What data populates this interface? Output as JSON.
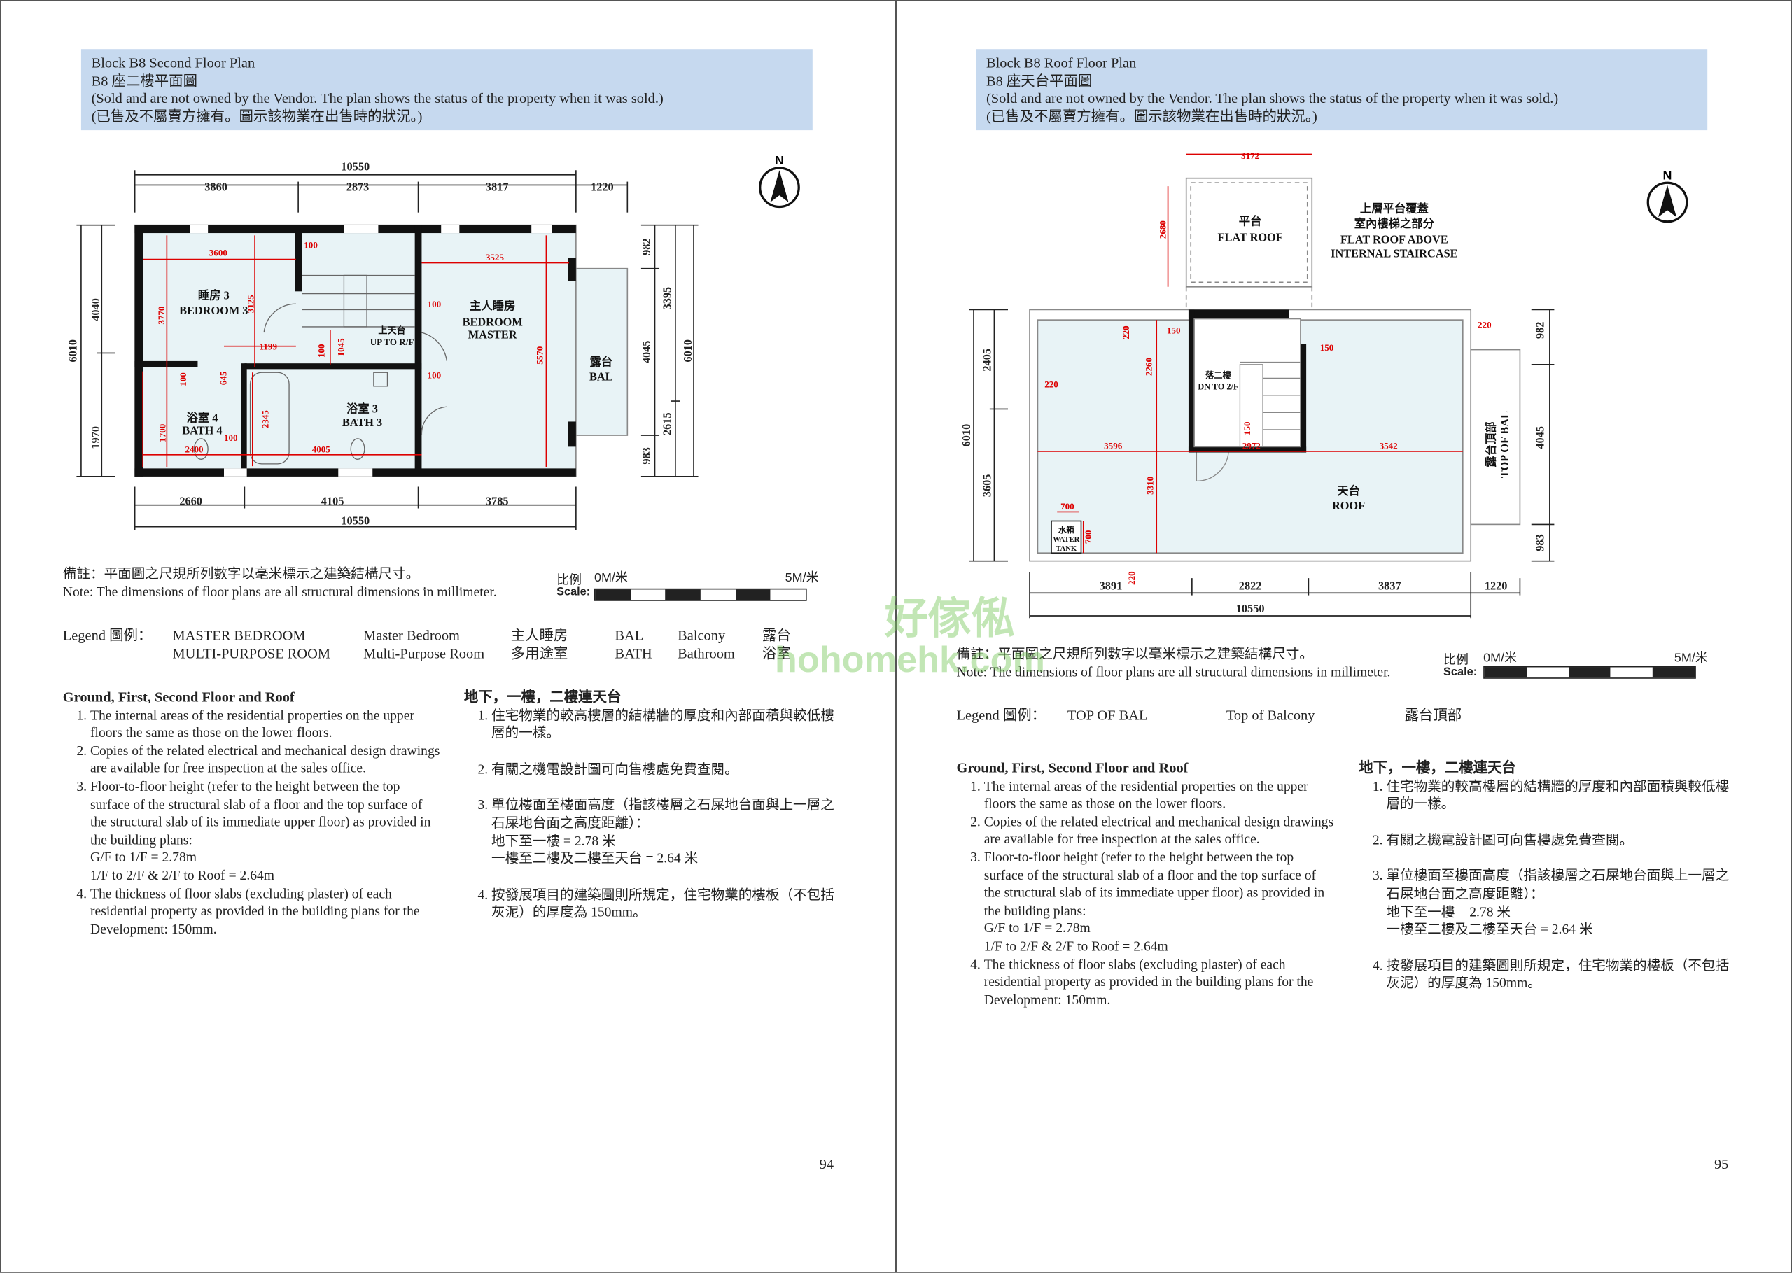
{
  "left": {
    "header": [
      "Block B8 Second Floor Plan",
      "B8 座二樓平面圖",
      "(Sold and are not owned by the Vendor. The plan shows the status of the property when it was sold.)",
      "(已售及不屬賣方擁有。圖示該物業在出售時的狀況。)"
    ],
    "plan": {
      "top_total": "10550",
      "top": [
        "3860",
        "2873",
        "3817",
        "1220"
      ],
      "bottom": [
        "2660",
        "4105",
        "3785"
      ],
      "bottom_total": "10550",
      "left_total": "6010",
      "left": [
        "4040",
        "1970"
      ],
      "right": [
        "982",
        "4045",
        "983"
      ],
      "right2": [
        "3395",
        "2615"
      ],
      "right_total": "6010",
      "red": [
        "3600",
        "100",
        "3525",
        "3770",
        "3125",
        "100",
        "1199",
        "1045",
        "100",
        "645",
        "100",
        "100",
        "5570",
        "1700",
        "2400",
        "100",
        "2345",
        "4005"
      ],
      "rooms": {
        "bed3_zh": "睡房 3",
        "bed3_en": "BEDROOM 3",
        "master_zh": "主人睡房",
        "master_en1": "BEDROOM",
        "master_en2": "MASTER",
        "up_zh": "上天台",
        "up_en": "UP TO R/F",
        "bath3_zh": "浴室 3",
        "bath3_en": "BATH 3",
        "bath4_zh": "浴室 4",
        "bath4_en": "BATH 4",
        "bal_zh": "露台",
        "bal_en": "BAL"
      },
      "north": "N"
    },
    "remark": [
      "備註：平面圖之尺規所列數字以毫米標示之建築結構尺寸。",
      "Note: The dimensions of floor plans are all structural dimensions in millimeter."
    ],
    "scale": {
      "zh": "比例",
      "en": "Scale:",
      "start": "0M/米",
      "end": "5M/米"
    },
    "legend": {
      "label": "Legend 圖例：",
      "rows": [
        [
          "MASTER BEDROOM",
          "Master Bedroom",
          "主人睡房",
          "BAL",
          "Balcony",
          "露台"
        ],
        [
          "MULTI-PURPOSE ROOM",
          "Multi-Purpose Room",
          "多用途室",
          "BATH",
          "Bathroom",
          "浴室"
        ]
      ]
    },
    "page_no": "94"
  },
  "right": {
    "header": [
      "Block B8 Roof Floor Plan",
      "B8 座天台平面圖",
      "(Sold and are not owned by the Vendor. The plan shows the status of the property when it was sold.)",
      "(已售及不屬賣方擁有。圖示該物業在出售時的狀況。)"
    ],
    "plan": {
      "bottom": [
        "3891",
        "2822",
        "3837",
        "1220"
      ],
      "bottom_total": "10550",
      "left_total": "6010",
      "left": [
        "2405",
        "3605"
      ],
      "right": [
        "982",
        "4045",
        "983"
      ],
      "red": [
        "3172",
        "2680",
        "220",
        "150",
        "150",
        "220",
        "2260",
        "220",
        "3596",
        "2972",
        "3542",
        "150",
        "3310",
        "700",
        "700",
        "220"
      ],
      "labels": {
        "flat_zh": "平台",
        "flat_en": "FLAT ROOF",
        "above1": "上層平台覆蓋",
        "above2": "室內樓梯之部分",
        "above3": "FLAT ROOF ABOVE",
        "above4": "INTERNAL STAIRCASE",
        "dn_zh": "落二樓",
        "dn_en": "DN TO 2/F",
        "roof_zh": "天台",
        "roof_en": "ROOF",
        "tank1": "水箱",
        "tank2": "WATER",
        "tank3": "TANK",
        "tob_zh": "露台頂部",
        "tob_en": "TOP OF BAL"
      },
      "north": "N"
    },
    "remark": [
      "備註：平面圖之尺規所列數字以毫米標示之建築結構尺寸。",
      "Note: The dimensions of floor plans are all structural dimensions in millimeter."
    ],
    "scale": {
      "zh": "比例",
      "en": "Scale:",
      "start": "0M/米",
      "end": "5M/米"
    },
    "legend": {
      "label": "Legend 圖例：",
      "row": [
        "TOP OF BAL",
        "Top of Balcony",
        "露台頂部"
      ]
    },
    "page_no": "95"
  },
  "notes_en": {
    "title": "Ground, First, Second Floor and Roof",
    "items": [
      "The internal areas of the residential properties on the upper floors the same as those on the lower floors.",
      "Copies of the related electrical and mechanical design drawings are available for free inspection at the sales office.",
      "Floor-to-floor height (refer to the height between the top surface of the structural slab of a floor and the top surface of the structural slab of its immediate upper floor) as provided in the building plans:",
      "The thickness of floor slabs (excluding plaster) of each residential property as provided in the building plans for the Development: 150mm."
    ],
    "heights": [
      "G/F to 1/F = 2.78m",
      "1/F to 2/F & 2/F to Roof = 2.64m"
    ]
  },
  "notes_zh": {
    "title": "地下，一樓，二樓連天台",
    "items": [
      "住宅物業的較高樓層的結構牆的厚度和內部面積與較低樓層的一樣。",
      "有關之機電設計圖可向售樓處免費查閱。",
      "單位樓面至樓面高度（指該樓層之石屎地台面與上一層之石屎地台面之高度距離）：",
      "按發展項目的建築圖則所規定，住宅物業的樓板（不包括灰泥）的厚度為 150mm。"
    ],
    "heights": [
      "地下至一樓 = 2.78 米",
      "一樓至二樓及二樓至天台 = 2.64 米"
    ]
  },
  "watermark": {
    "zh": "好傢俬",
    "en": "hohomehk.com"
  }
}
